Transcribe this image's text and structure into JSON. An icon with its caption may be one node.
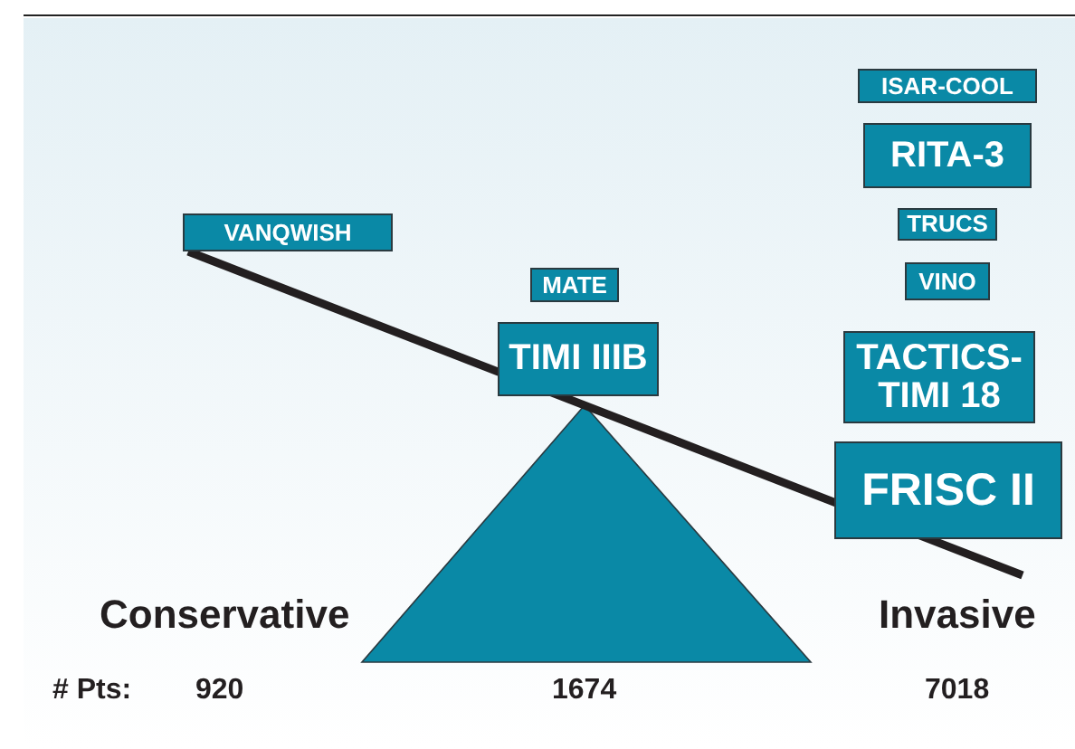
{
  "diagram": {
    "nodes": [
      {
        "text": [
          "ISAR-COOL"
        ]
      },
      {
        "text": [
          "RITA-3"
        ]
      },
      {
        "text": [
          "VANQWISH"
        ]
      },
      {
        "text": [
          "TRUCS"
        ]
      },
      {
        "text": [
          "MATE"
        ]
      },
      {
        "text": [
          "VINO"
        ]
      },
      {
        "text": [
          "TIMI IIIB"
        ]
      },
      {
        "text": [
          "TACTICS- TIMI 18"
        ]
      },
      {
        "text": [
          "FRISC II"
        ]
      }
    ],
    "edges": [],
    "labels": [
      "Conservative",
      "Invasive",
      "# Pts:",
      "920",
      "1674",
      "7018"
    ]
  }
}
